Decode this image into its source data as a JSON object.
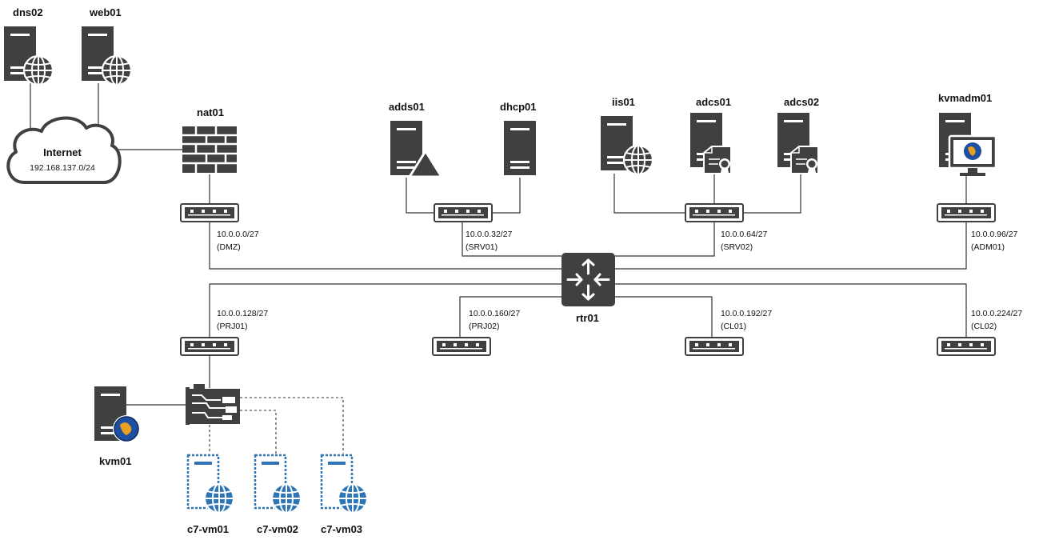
{
  "hosts": {
    "dns02": "dns02",
    "web01": "web01",
    "nat01": "nat01",
    "adds01": "adds01",
    "dhcp01": "dhcp01",
    "iis01": "iis01",
    "adcs01": "adcs01",
    "adcs02": "adcs02",
    "kvmadm01": "kvmadm01",
    "rtr01": "rtr01",
    "kvm01": "kvm01",
    "c7vm01": "c7-vm01",
    "c7vm02": "c7-vm02",
    "c7vm03": "c7-vm03"
  },
  "internet": {
    "label": "Internet",
    "subnet": "192.168.137.0/24"
  },
  "networks": {
    "dmz": {
      "cidr": "10.0.0.0/27",
      "name": "(DMZ)"
    },
    "srv01": {
      "cidr": "10.0.0.32/27",
      "name": "(SRV01)"
    },
    "srv02": {
      "cidr": "10.0.0.64/27",
      "name": "(SRV02)"
    },
    "adm01": {
      "cidr": "10.0.0.96/27",
      "name": "(ADM01)"
    },
    "prj01": {
      "cidr": "10.0.0.128/27",
      "name": "(PRJ01)"
    },
    "prj02": {
      "cidr": "10.0.0.160/27",
      "name": "(PRJ02)"
    },
    "cl01": {
      "cidr": "10.0.0.192/27",
      "name": "(CL01)"
    },
    "cl02": {
      "cidr": "10.0.0.224/27",
      "name": "(CL02)"
    }
  },
  "colors": {
    "device": "#404040",
    "virtual": "#2e75b6",
    "line": "#333333",
    "globe": "#1f4fa0"
  }
}
